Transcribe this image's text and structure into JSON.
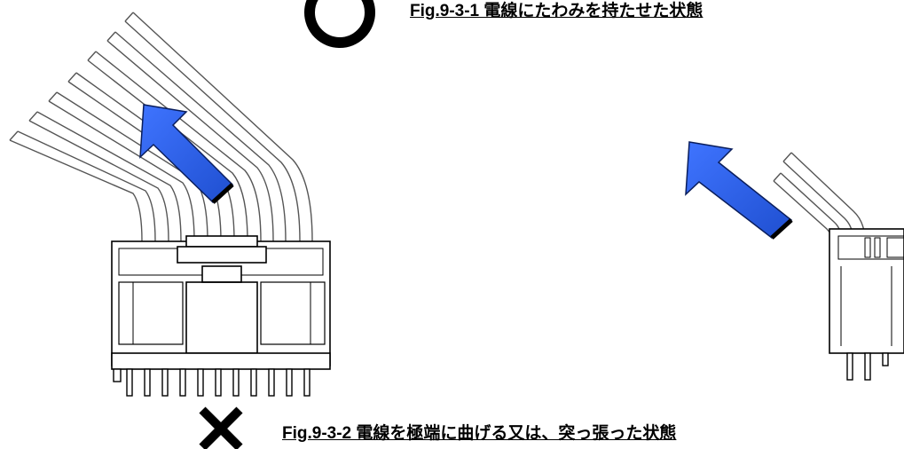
{
  "figures": [
    {
      "caption": "Fig.9-3-1  電線にたわみを持たせた状態",
      "verdict_symbol": "circle-ok",
      "accent_color": "#2a5bd7"
    },
    {
      "caption": "Fig.9-3-2  電線を極端に曲げる又は、突っ張った状態",
      "verdict_symbol": "cross-ng",
      "accent_color": "#2a5bd7"
    }
  ]
}
